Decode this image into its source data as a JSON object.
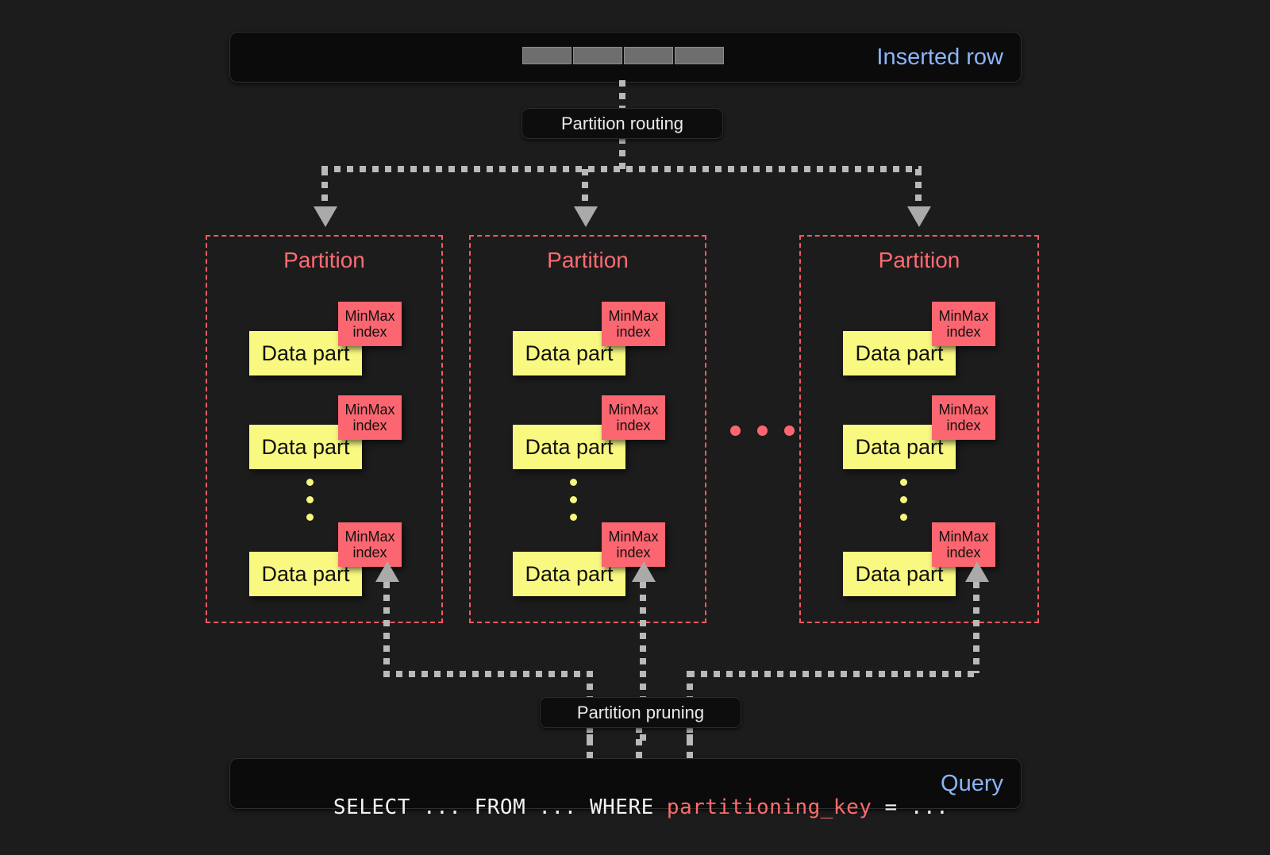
{
  "diagram": {
    "title": "ClickHouse partition routing and partition pruning",
    "background_color": "#1c1c1c"
  },
  "colors": {
    "accent_blue": "#8ab4f8",
    "partition_red": "#ff6b72",
    "minmax_red": "#fb6670",
    "data_part_yellow": "#f9f982",
    "connector_gray": "#b9b9b9",
    "panel_black": "#0b0b0b"
  },
  "top": {
    "inserted_row_label": "Inserted row",
    "row_cells": [
      "",
      "",
      "",
      ""
    ],
    "routing_label": "Partition routing"
  },
  "partitions": [
    {
      "title": "Partition",
      "parts": [
        {
          "data_part_label": "Data part",
          "minmax_label": "MinMax index"
        },
        {
          "data_part_label": "Data part",
          "minmax_label": "MinMax index"
        },
        {
          "data_part_label": "Data part",
          "minmax_label": "MinMax index"
        }
      ],
      "ellipsis_dots": 3
    },
    {
      "title": "Partition",
      "parts": [
        {
          "data_part_label": "Data part",
          "minmax_label": "MinMax index"
        },
        {
          "data_part_label": "Data part",
          "minmax_label": "MinMax index"
        },
        {
          "data_part_label": "Data part",
          "minmax_label": "MinMax index"
        }
      ],
      "ellipsis_dots": 3
    },
    {
      "title": "Partition",
      "parts": [
        {
          "data_part_label": "Data part",
          "minmax_label": "MinMax index"
        },
        {
          "data_part_label": "Data part",
          "minmax_label": "MinMax index"
        },
        {
          "data_part_label": "Data part",
          "minmax_label": "MinMax index"
        }
      ],
      "ellipsis_dots": 3
    }
  ],
  "partition_ellipsis_dots": 3,
  "minmax_line1": "MinMax",
  "minmax_line2": "index",
  "bottom": {
    "pruning_label": "Partition pruning",
    "query_label": "Query",
    "sql_prefix": "SELECT ... FROM ... WHERE ",
    "sql_keyword": "partitioning_key",
    "sql_suffix": " = ..."
  }
}
